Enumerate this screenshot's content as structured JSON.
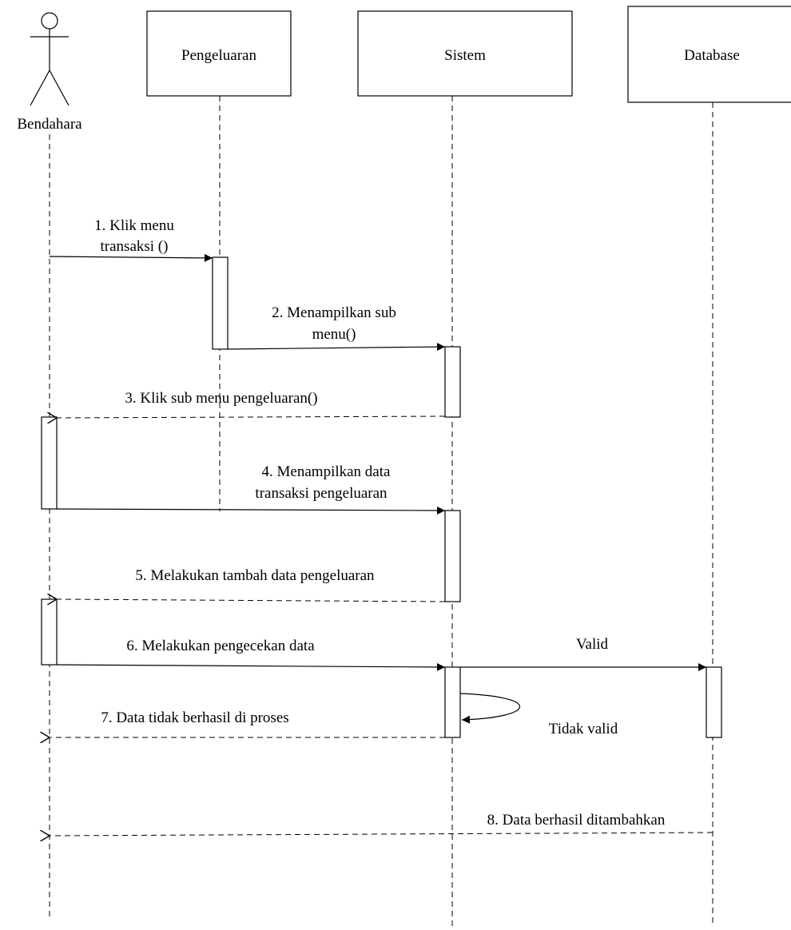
{
  "actor": {
    "label": "Bendahara"
  },
  "lifelines": [
    {
      "id": "pengeluaran",
      "label": "Pengeluaran"
    },
    {
      "id": "sistem",
      "label": "Sistem"
    },
    {
      "id": "database",
      "label": "Database"
    }
  ],
  "messages": [
    {
      "lines": [
        "1. Klik menu",
        "transaksi ()"
      ],
      "from": "Bendahara",
      "to": "Pengeluaran",
      "style": "solid"
    },
    {
      "lines": [
        "2. Menampilkan sub",
        "menu()"
      ],
      "from": "Pengeluaran",
      "to": "Sistem",
      "style": "solid"
    },
    {
      "lines": [
        "3. Klik sub menu pengeluaran()"
      ],
      "from": "Sistem",
      "to": "Bendahara",
      "style": "dashed"
    },
    {
      "lines": [
        "4. Menampilkan data",
        "transaksi pengeluaran"
      ],
      "from": "Bendahara",
      "to": "Sistem",
      "style": "solid"
    },
    {
      "lines": [
        "5. Melakukan tambah data pengeluaran"
      ],
      "from": "Sistem",
      "to": "Bendahara",
      "style": "dashed"
    },
    {
      "lines": [
        "6. Melakukan pengecekan data"
      ],
      "from": "Bendahara",
      "to": "Sistem",
      "style": "solid"
    },
    {
      "lines": [
        "Valid"
      ],
      "from": "Sistem",
      "to": "Database",
      "style": "solid"
    },
    {
      "lines": [
        "Tidak valid"
      ],
      "from": "Sistem",
      "to": "Sistem",
      "style": "self"
    },
    {
      "lines": [
        "7. Data tidak berhasil di proses"
      ],
      "from": "Sistem",
      "to": "Bendahara",
      "style": "dashed"
    },
    {
      "lines": [
        "8. Data berhasil ditambahkan"
      ],
      "from": "Database",
      "to": "Bendahara",
      "style": "dashed"
    }
  ]
}
